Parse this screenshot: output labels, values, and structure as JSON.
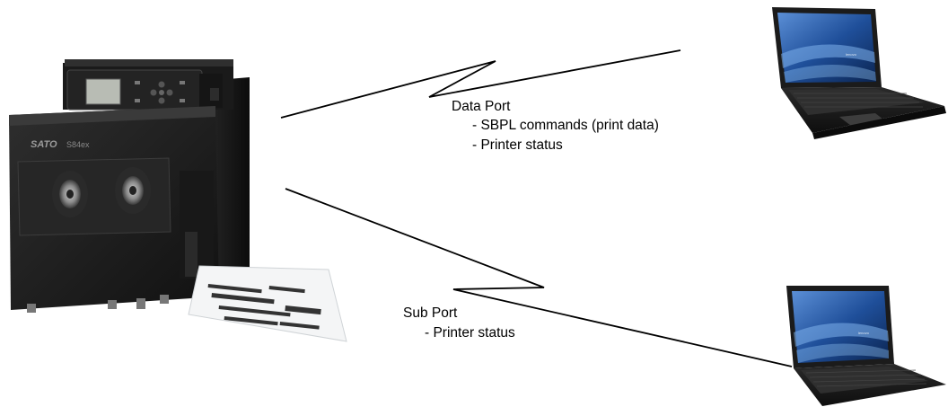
{
  "printer": {
    "brand": "SATO",
    "model": "S84ex"
  },
  "data_port": {
    "title": "Data Port",
    "items": [
      "- SBPL commands (print data)",
      "- Printer status"
    ]
  },
  "sub_port": {
    "title": "Sub Port",
    "items": [
      "- Printer status"
    ]
  },
  "laptop_brand": "lenovo",
  "colors": {
    "printer_body": "#1e1e1e",
    "line": "#000000",
    "screen_blue": "#2a5fa8"
  }
}
